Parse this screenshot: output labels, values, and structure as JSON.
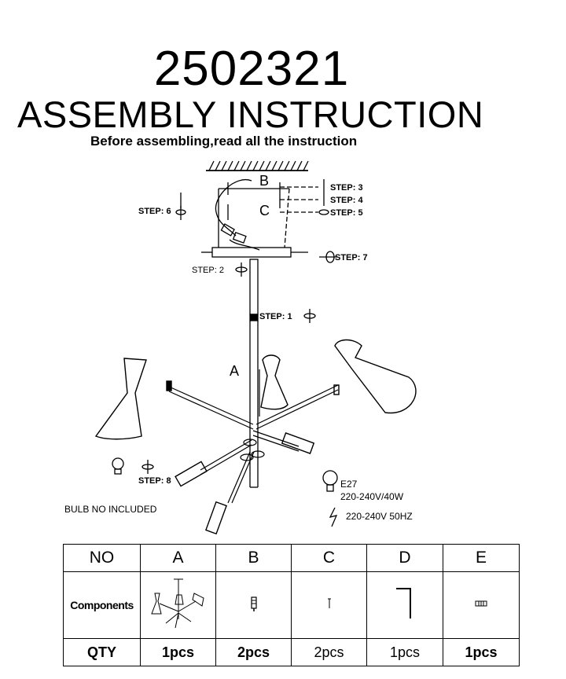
{
  "header": {
    "model_number": "2502321",
    "title": "ASSEMBLY  INSTRUCTION",
    "subtitle": "Before assembling,read all the instruction"
  },
  "diagram": {
    "part_labels": {
      "a": "A",
      "b": "B",
      "c": "C"
    },
    "steps": {
      "s1": "STEP: 1",
      "s2": "STEP: 2",
      "s3": "STEP: 3",
      "s4": "STEP: 4",
      "s5": "STEP: 5",
      "s6": "STEP: 6",
      "s7": "STEP: 7",
      "s8": "STEP: 8"
    },
    "bulb_note": "BULB NO INCLUDED",
    "bulb_spec": {
      "socket": "E27",
      "rating": "220-240V/40W"
    },
    "power_spec": "220-240V 50HZ"
  },
  "table": {
    "header": [
      "NO",
      "A",
      "B",
      "C",
      "D",
      "E"
    ],
    "components_label": "Components",
    "qty_label": "QTY",
    "quantities": [
      "1pcs",
      "2pcs",
      "2pcs",
      "1pcs",
      "1pcs"
    ],
    "component_icons": [
      "chandelier-icon",
      "wall-anchor-icon",
      "screw-icon",
      "l-bracket-icon",
      "connector-icon"
    ]
  }
}
